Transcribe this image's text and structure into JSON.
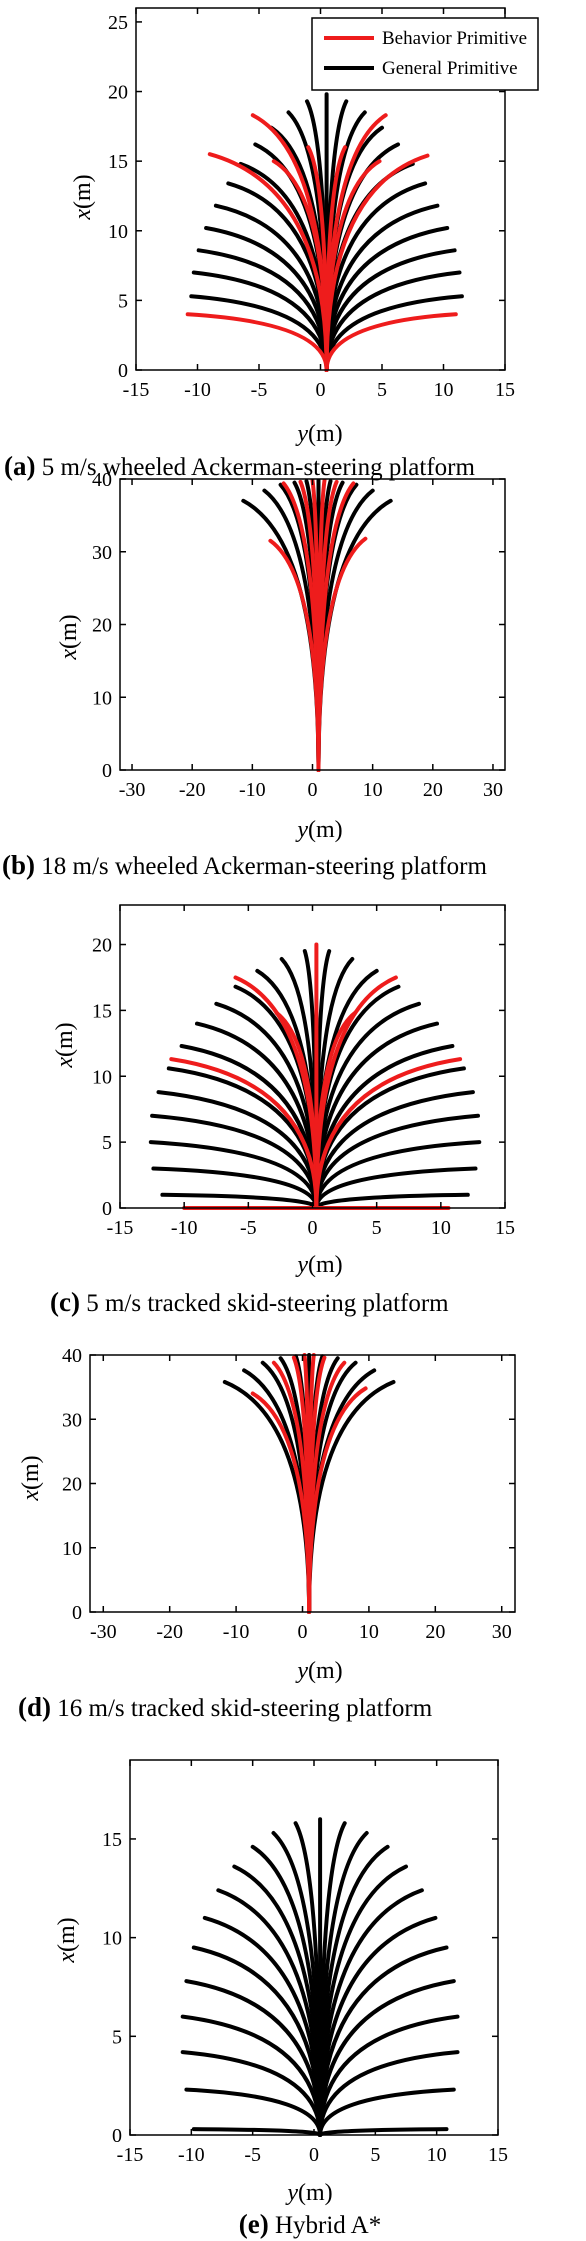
{
  "figure": {
    "colors": {
      "behavior": "#ee1c1c",
      "general": "#000000",
      "axes": "#000000"
    },
    "legend": [
      {
        "label": "Behavior Primitive",
        "color": "#ee1c1c"
      },
      {
        "label": "General Primitive",
        "color": "#000000"
      }
    ],
    "panels": [
      {
        "caption_letter": "(a)",
        "caption_text": "5 m/s wheeled Ackerman-steering platform",
        "xlabel_var": "y",
        "xlabel_unit": "(m)",
        "ylabel_var": "x",
        "ylabel_unit": "(m)"
      },
      {
        "caption_letter": "(b)",
        "caption_text": "18 m/s wheeled Ackerman-steering platform",
        "xlabel_var": "y",
        "xlabel_unit": "(m)",
        "ylabel_var": "x",
        "ylabel_unit": "(m)"
      },
      {
        "caption_letter": "(c)",
        "caption_text": "5 m/s tracked skid-steering platform",
        "xlabel_var": "y",
        "xlabel_unit": "(m)",
        "ylabel_var": "x",
        "ylabel_unit": "(m)"
      },
      {
        "caption_letter": "(d)",
        "caption_text": "16 m/s tracked skid-steering platform",
        "xlabel_var": "y",
        "xlabel_unit": "(m)",
        "ylabel_var": "x",
        "ylabel_unit": "(m)"
      },
      {
        "caption_letter": "(e)",
        "caption_text": "Hybrid A*",
        "xlabel_var": "y",
        "xlabel_unit": "(m)",
        "ylabel_var": "x",
        "ylabel_unit": "(m)"
      }
    ]
  },
  "chart_data": [
    {
      "type": "line",
      "panel": "a",
      "xlim": [
        -15,
        15
      ],
      "ylim": [
        0,
        26
      ],
      "xticks": [
        -15,
        -10,
        -5,
        0,
        5,
        10,
        15
      ],
      "yticks": [
        0,
        5,
        10,
        15,
        20,
        25
      ],
      "tick_labels_x": [
        "-15",
        "-10",
        "-5",
        "0",
        "5",
        "10",
        "15"
      ],
      "tick_labels_y": [
        "0",
        "5",
        "10",
        "15",
        "20",
        "25"
      ],
      "legend_position": "top-right",
      "grid": false,
      "series": [
        {
          "group": "general",
          "origin": [
            0.5,
            0
          ],
          "ends": [
            [
              -10.5,
              5.3
            ],
            [
              -10.3,
              7.0
            ],
            [
              -9.9,
              8.6
            ],
            [
              -9.3,
              10.2
            ],
            [
              -8.5,
              11.8
            ],
            [
              -7.5,
              13.4
            ],
            [
              -6.5,
              14.8
            ],
            [
              -5.3,
              16.2
            ],
            [
              -4.0,
              17.4
            ],
            [
              -2.6,
              18.5
            ],
            [
              -1.1,
              19.3
            ],
            [
              0.5,
              19.8
            ],
            [
              2.1,
              19.3
            ],
            [
              3.6,
              18.5
            ],
            [
              5.0,
              17.4
            ],
            [
              6.3,
              16.2
            ],
            [
              7.5,
              14.8
            ],
            [
              8.5,
              13.4
            ],
            [
              9.5,
              11.8
            ],
            [
              10.3,
              10.2
            ],
            [
              10.9,
              8.6
            ],
            [
              11.3,
              7.0
            ],
            [
              11.5,
              5.3
            ]
          ]
        },
        {
          "group": "behavior",
          "origin": [
            0.5,
            0
          ],
          "ends": [
            [
              -10.8,
              4.0
            ],
            [
              -9.0,
              15.5
            ],
            [
              -5.5,
              18.3
            ],
            [
              -3.8,
              15.0
            ],
            [
              -1.0,
              16.0
            ],
            [
              2.0,
              16.0
            ],
            [
              4.8,
              15.0
            ],
            [
              5.3,
              18.3
            ],
            [
              8.7,
              15.4
            ],
            [
              11.0,
              4.0
            ]
          ]
        }
      ]
    },
    {
      "type": "line",
      "panel": "b",
      "xlim": [
        -32,
        32
      ],
      "ylim": [
        0,
        40
      ],
      "xticks": [
        -30,
        -20,
        -10,
        0,
        10,
        20,
        30
      ],
      "yticks": [
        0,
        10,
        20,
        30,
        40
      ],
      "tick_labels_x": [
        "-30",
        "-20",
        "-10",
        "0",
        "10",
        "20",
        "30"
      ],
      "tick_labels_y": [
        "0",
        "10",
        "20",
        "30",
        "40"
      ],
      "grid": false,
      "series": [
        {
          "group": "general",
          "origin": [
            1,
            0
          ],
          "ends": [
            [
              -11.5,
              37.0
            ],
            [
              -8.0,
              38.4
            ],
            [
              -5.3,
              39.2
            ],
            [
              -3.0,
              39.5
            ],
            [
              -1.0,
              39.7
            ],
            [
              1.0,
              39.8
            ],
            [
              3.0,
              39.7
            ],
            [
              5.0,
              39.5
            ],
            [
              7.3,
              39.2
            ],
            [
              10.0,
              38.4
            ],
            [
              13.0,
              37.0
            ]
          ]
        },
        {
          "group": "behavior",
          "origin": [
            1,
            0
          ],
          "ends": [
            [
              -7.0,
              31.5
            ],
            [
              -4.8,
              39.4
            ],
            [
              -2.0,
              39.6
            ],
            [
              0.0,
              39.8
            ],
            [
              2.0,
              39.8
            ],
            [
              4.0,
              39.6
            ],
            [
              6.8,
              39.4
            ],
            [
              8.8,
              31.8
            ]
          ]
        }
      ]
    },
    {
      "type": "line",
      "panel": "c",
      "xlim": [
        -15,
        15
      ],
      "ylim": [
        0,
        23
      ],
      "xticks": [
        -15,
        -10,
        -5,
        0,
        5,
        10,
        15
      ],
      "yticks": [
        0,
        5,
        10,
        15,
        20
      ],
      "tick_labels_x": [
        "-15",
        "-10",
        "-5",
        "0",
        "5",
        "10",
        "15"
      ],
      "tick_labels_y": [
        "0",
        "5",
        "10",
        "15",
        "20"
      ],
      "grid": false,
      "series": [
        {
          "group": "general",
          "origin": [
            0.3,
            0
          ],
          "ends": [
            [
              -11.7,
              1.0
            ],
            [
              -12.4,
              3.0
            ],
            [
              -12.6,
              5.0
            ],
            [
              -12.5,
              7.0
            ],
            [
              -12.0,
              8.8
            ],
            [
              -11.2,
              10.6
            ],
            [
              -10.2,
              12.3
            ],
            [
              -9.0,
              14.0
            ],
            [
              -7.5,
              15.5
            ],
            [
              -6.0,
              16.8
            ],
            [
              -4.3,
              18.0
            ],
            [
              -2.4,
              18.9
            ],
            [
              -0.6,
              19.5
            ],
            [
              1.3,
              19.5
            ],
            [
              3.1,
              18.9
            ],
            [
              5.0,
              18.0
            ],
            [
              6.7,
              16.8
            ],
            [
              8.3,
              15.5
            ],
            [
              9.7,
              14.0
            ],
            [
              10.9,
              12.3
            ],
            [
              11.8,
              10.6
            ],
            [
              12.5,
              8.8
            ],
            [
              12.9,
              7.0
            ],
            [
              13.0,
              5.0
            ],
            [
              12.7,
              3.0
            ],
            [
              12.1,
              1.0
            ]
          ]
        },
        {
          "group": "behavior",
          "origin": [
            0.3,
            0
          ],
          "ends": [
            [
              -10.0,
              0.0
            ],
            [
              -11.0,
              11.3
            ],
            [
              -6.0,
              17.5
            ],
            [
              -2.8,
              14.8
            ],
            [
              0.3,
              20.0
            ],
            [
              3.3,
              14.8
            ],
            [
              6.5,
              17.5
            ],
            [
              11.5,
              11.3
            ],
            [
              10.6,
              0.0
            ]
          ]
        }
      ]
    },
    {
      "type": "line",
      "panel": "d",
      "xlim": [
        -32,
        32
      ],
      "ylim": [
        0,
        40
      ],
      "xticks": [
        -30,
        -20,
        -10,
        0,
        10,
        20,
        30
      ],
      "yticks": [
        0,
        10,
        20,
        30,
        40
      ],
      "tick_labels_x": [
        "-30",
        "-20",
        "-10",
        "0",
        "10",
        "20",
        "30"
      ],
      "tick_labels_y": [
        "0",
        "10",
        "20",
        "30",
        "40"
      ],
      "grid": false,
      "series": [
        {
          "group": "general",
          "origin": [
            1,
            0
          ],
          "ends": [
            [
              -11.7,
              35.8
            ],
            [
              -8.8,
              37.6
            ],
            [
              -6.0,
              38.8
            ],
            [
              -3.3,
              39.5
            ],
            [
              -1.0,
              39.8
            ],
            [
              1.0,
              40.0
            ],
            [
              3.0,
              39.8
            ],
            [
              5.3,
              39.5
            ],
            [
              8.0,
              38.8
            ],
            [
              10.8,
              37.6
            ],
            [
              13.7,
              35.8
            ]
          ]
        },
        {
          "group": "behavior",
          "origin": [
            1,
            0
          ],
          "ends": [
            [
              -7.5,
              34.0
            ],
            [
              -4.3,
              38.8
            ],
            [
              -1.3,
              39.6
            ],
            [
              0.3,
              40.0
            ],
            [
              1.7,
              40.0
            ],
            [
              3.3,
              39.6
            ],
            [
              6.3,
              38.8
            ],
            [
              9.5,
              34.8
            ]
          ]
        }
      ]
    },
    {
      "type": "line",
      "panel": "e",
      "xlim": [
        -15,
        15
      ],
      "ylim": [
        0,
        19
      ],
      "xticks": [
        -15,
        -10,
        -5,
        0,
        5,
        10,
        15
      ],
      "yticks": [
        0,
        5,
        10,
        15
      ],
      "tick_labels_x": [
        "-15",
        "-10",
        "-5",
        "0",
        "5",
        "10",
        "15"
      ],
      "tick_labels_y": [
        "0",
        "5",
        "10",
        "15"
      ],
      "grid": false,
      "series": [
        {
          "group": "general",
          "origin": [
            0.5,
            0
          ],
          "ends": [
            [
              -9.8,
              0.3
            ],
            [
              -10.4,
              2.3
            ],
            [
              -10.7,
              4.2
            ],
            [
              -10.7,
              6.0
            ],
            [
              -10.4,
              7.8
            ],
            [
              -9.8,
              9.5
            ],
            [
              -8.9,
              11.0
            ],
            [
              -7.8,
              12.4
            ],
            [
              -6.5,
              13.6
            ],
            [
              -5.0,
              14.6
            ],
            [
              -3.3,
              15.3
            ],
            [
              -1.5,
              15.8
            ],
            [
              0.5,
              16.0
            ],
            [
              2.5,
              15.8
            ],
            [
              4.3,
              15.3
            ],
            [
              6.0,
              14.6
            ],
            [
              7.5,
              13.6
            ],
            [
              8.8,
              12.4
            ],
            [
              9.9,
              11.0
            ],
            [
              10.8,
              9.5
            ],
            [
              11.4,
              7.8
            ],
            [
              11.7,
              6.0
            ],
            [
              11.7,
              4.2
            ],
            [
              11.4,
              2.3
            ],
            [
              10.8,
              0.3
            ]
          ]
        }
      ]
    }
  ]
}
